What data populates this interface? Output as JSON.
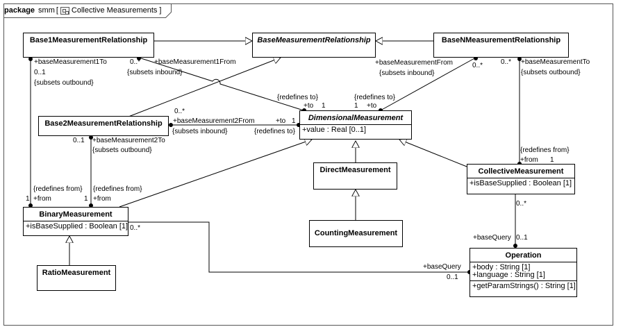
{
  "frame": {
    "keyword": "package",
    "package_name": "smm",
    "diagram_name": "Collective Measurements",
    "bracket_open": "[",
    "bracket_close": "]"
  },
  "classes": {
    "base1": {
      "name": "Base1MeasurementRelationship"
    },
    "base": {
      "name": "BaseMeasurementRelationship"
    },
    "basen": {
      "name": "BaseNMeasurementRelationship"
    },
    "base2": {
      "name": "Base2MeasurementRelationship"
    },
    "dimensional": {
      "name": "DimensionalMeasurement",
      "attributes": [
        "+value : Real [0..1]"
      ]
    },
    "direct": {
      "name": "DirectMeasurement"
    },
    "collective": {
      "name": "CollectiveMeasurement",
      "attributes": [
        "+isBaseSupplied : Boolean [1]"
      ]
    },
    "binary": {
      "name": "BinaryMeasurement",
      "attributes": [
        "+isBaseSupplied : Boolean [1]"
      ]
    },
    "counting": {
      "name": "CountingMeasurement"
    },
    "operation": {
      "name": "Operation",
      "attributes": [
        "+body : String [1]",
        "+language : String [1]"
      ],
      "operations": [
        "+getParamStrings() : String [1]"
      ]
    },
    "ratio": {
      "name": "RatioMeasurement"
    }
  },
  "labels": {
    "b1_to_mult": "0..*",
    "b1_to_role": "+baseMeasurement1From",
    "b1_to_subsets": "{subsets inbound}",
    "b1_src_role": "+baseMeasurement1To",
    "b1_src_mult": "0..1",
    "b1_src_subsets": "{subsets outbound}",
    "bn_from_role": "+baseMeasurementFrom",
    "bn_from_mult": "0..*",
    "bn_from_subsets": "{subsets inbound}",
    "bn_to_mult": "0..*",
    "bn_to_role": "+baseMeasurementTo",
    "bn_to_subsets": "{subsets outbound}",
    "dm_redef_left": "{redefines to}",
    "dm_to_left": "+to",
    "dm_to_left_mult": "1",
    "dm_redef_right": "{redefines to}",
    "dm_to_right_mult": "1",
    "dm_to_right": "+to",
    "b2_mult": "0..*",
    "b2_role": "+baseMeasurement2From",
    "b2_subsets": "{subsets inbound}",
    "b2_to_role": "+to",
    "b2_to_mult": "1",
    "b2_redef": "{redefines to}",
    "b2_src_mult": "0..1",
    "b2_src_role": "+baseMeasurement2To",
    "b2_src_subsets": "{subsets outbound}",
    "cm_redef": "{redefines from}",
    "cm_from": "+from",
    "cm_from_mult": "1",
    "bm_redef_1": "{redefines from}",
    "bm_mult_1": "1",
    "bm_from_1": "+from",
    "bm_redef_2": "{redefines from}",
    "bm_mult_2": "1",
    "bm_from_2": "+from",
    "cm_query_mult": "0..*",
    "op_query_role": "+baseQuery",
    "op_query_mult": "0..1",
    "bm_query_mult": "0..*",
    "op_query_role2": "+baseQuery",
    "op_query_mult2": "0..1"
  }
}
